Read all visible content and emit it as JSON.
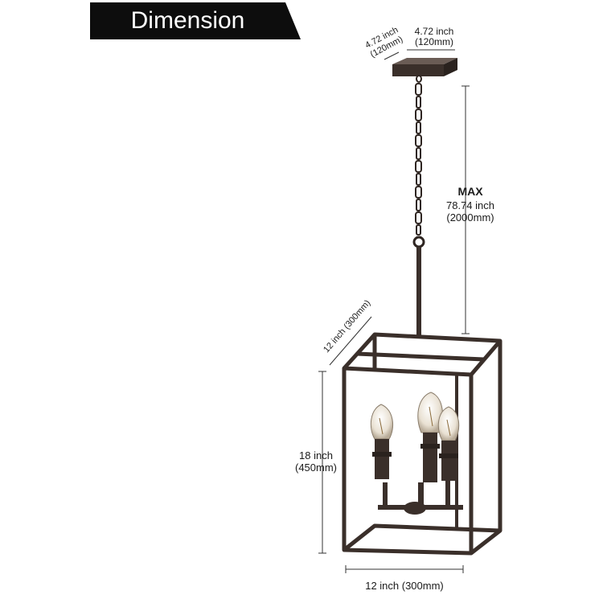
{
  "banner": {
    "title": "Dimension"
  },
  "dimensions": {
    "canopy_depth": {
      "inch": "4.72 inch",
      "mm": "(120mm)"
    },
    "canopy_width": {
      "inch": "4.72 inch",
      "mm": "(120mm)"
    },
    "max_drop": {
      "label": "MAX",
      "inch": "78.74 inch",
      "mm": "(2000mm)"
    },
    "cage_depth": {
      "text": "12 inch (300mm)"
    },
    "cage_height": {
      "inch": "18 inch",
      "mm": "(450mm)"
    },
    "cage_width": {
      "text": "12 inch (300mm)"
    }
  },
  "colors": {
    "bronze": "#3a2f2a",
    "bulb": "#e9e1d3",
    "dimension_line": "#333333"
  }
}
